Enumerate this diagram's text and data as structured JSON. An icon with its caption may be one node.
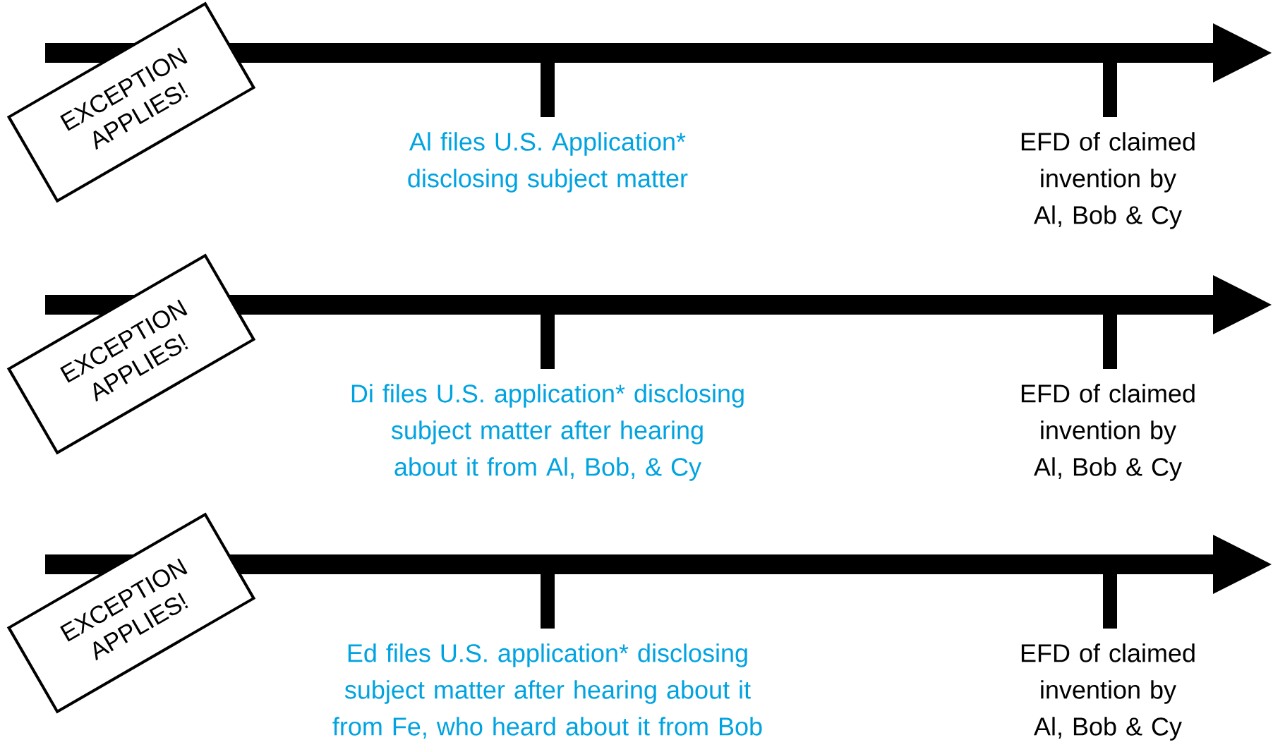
{
  "diagram": {
    "nodes": [
      {
        "text": [
          "EXCEPTION APPLIES!"
        ]
      },
      {
        "text": [
          "EXCEPTION APPLIES!"
        ]
      },
      {
        "text": [
          "EXCEPTION APPLIES!"
        ]
      }
    ],
    "labels": [
      "Al files U.S. Application* disclosing subject matter",
      "EFD of claimed invention by Al, Bob & Cy",
      "Di files U.S. application* disclosing subject matter after hearing about it from Al, Bob, & Cy",
      "EFD of claimed invention by Al, Bob & Cy",
      "Ed files U.S. application* disclosing subject matter after hearing about it from Fe, who heard about it from Bob",
      "EFD of claimed invention by Al, Bob & Cy"
    ]
  }
}
